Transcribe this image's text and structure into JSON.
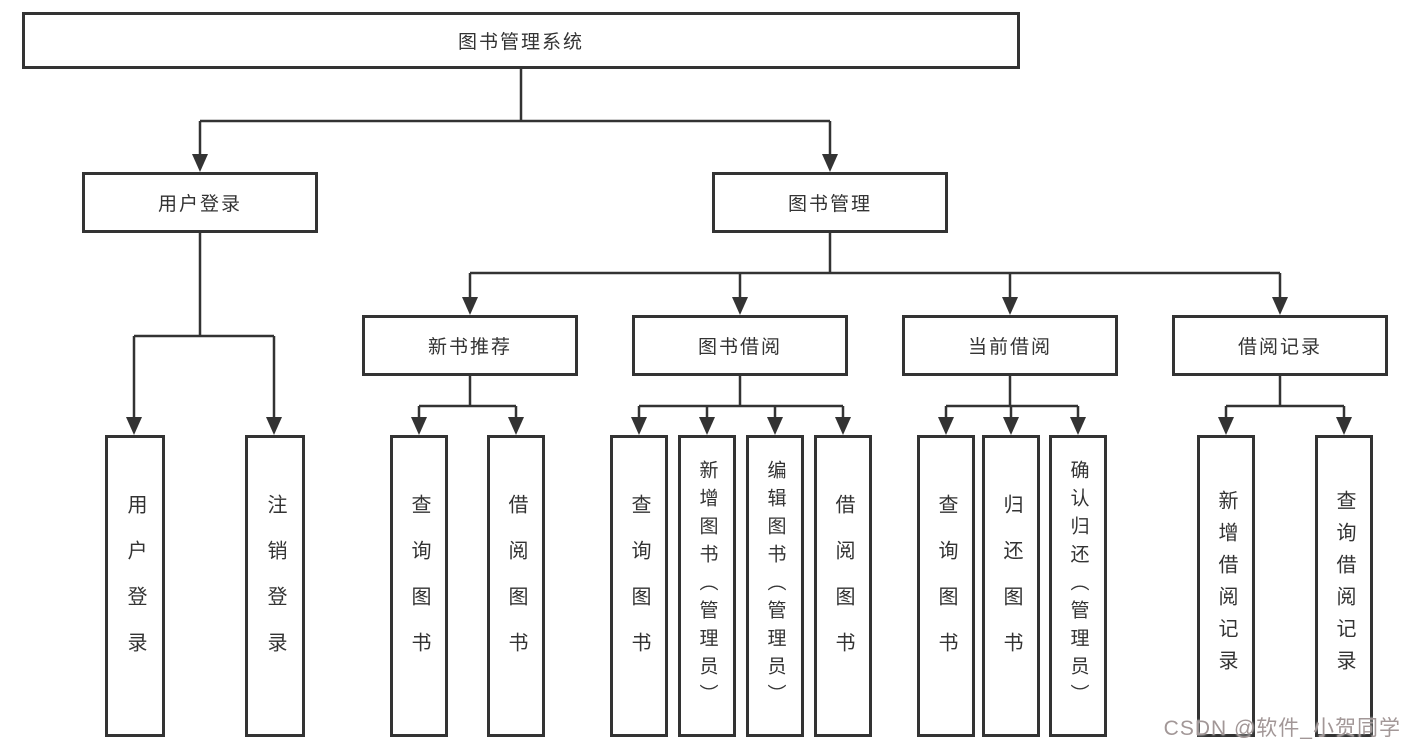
{
  "tree": {
    "root": {
      "label": "图书管理系统",
      "children": [
        {
          "label": "用户登录",
          "children": [
            {
              "label": "用户登录"
            },
            {
              "label": "注销登录"
            }
          ]
        },
        {
          "label": "图书管理",
          "children": [
            {
              "label": "新书推荐",
              "children": [
                {
                  "label": "查询图书"
                },
                {
                  "label": "借阅图书"
                }
              ]
            },
            {
              "label": "图书借阅",
              "children": [
                {
                  "label": "查询图书"
                },
                {
                  "label": "新增图书（管理员）"
                },
                {
                  "label": "编辑图书（管理员）"
                },
                {
                  "label": "借阅图书"
                }
              ]
            },
            {
              "label": "当前借阅",
              "children": [
                {
                  "label": "查询图书"
                },
                {
                  "label": "归还图书"
                },
                {
                  "label": "确认归还（管理员）"
                }
              ]
            },
            {
              "label": "借阅记录",
              "children": [
                {
                  "label": "新增借阅记录"
                },
                {
                  "label": "查询借阅记录"
                }
              ]
            }
          ]
        }
      ]
    }
  },
  "watermark": {
    "text": "CSDN @软件_小贺同学"
  },
  "colors": {
    "line": "#333333",
    "node_border": "#333333",
    "node_text": "#333333",
    "background": "#ffffff",
    "watermark_text": "#a29797"
  }
}
